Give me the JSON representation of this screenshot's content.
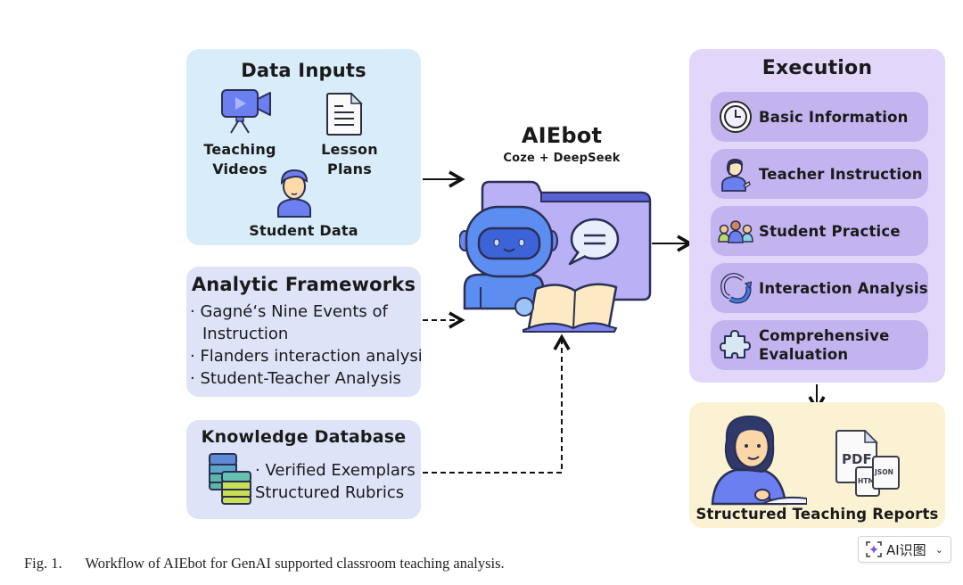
{
  "data_inputs": {
    "title": "Data Inputs",
    "items": [
      {
        "label_line1": "Teaching",
        "label_line2": "Videos",
        "icon": "video-camera-icon"
      },
      {
        "label_line1": "Lesson",
        "label_line2": "Plans",
        "icon": "document-icon"
      },
      {
        "label": "Student Data",
        "icon": "student-icon"
      }
    ]
  },
  "frameworks": {
    "title": "Analytic Frameworks",
    "items": [
      {
        "line1": "· Gagné‘s Nine Events of",
        "line2": "Instruction"
      },
      {
        "line1": "· Flanders interaction analysis"
      },
      {
        "line1": "· Student-Teacher Analysis"
      }
    ]
  },
  "knowledge": {
    "title": "Knowledge Database",
    "items": [
      "· Verified Exemplars",
      "Structured Rubrics"
    ],
    "icon": "database-icon"
  },
  "bot": {
    "title": "AIEbot",
    "subtitle": "Coze + DeepSeek",
    "icon": "robot-folder-icon"
  },
  "execution": {
    "title": "Execution",
    "items": [
      {
        "label": "Basic Information",
        "icon": "clock-icon"
      },
      {
        "label": "Teacher Instruction",
        "icon": "teacher-icon"
      },
      {
        "label": "Student Practice",
        "icon": "group-icon"
      },
      {
        "label": "Interaction Analysis",
        "icon": "cycle-icon"
      },
      {
        "label_line1": "Comprehensive",
        "label_line2": "Evaluation",
        "icon": "puzzle-icon"
      }
    ]
  },
  "reports": {
    "title": "Structured Teaching Reports",
    "file_labels": [
      "PDF",
      "HTML",
      "JSON"
    ]
  },
  "caption": {
    "figure": "Fig. 1.",
    "text": "Workflow of AIEbot for GenAI supported classroom teaching analysis."
  },
  "ai_button": {
    "label": "AI识图"
  },
  "colors": {
    "data_inputs_bg": "#d9ecfa",
    "frameworks_bg": "#dfe3f8",
    "execution_bg": "#e2d7fb",
    "execution_item_bg": "#c3b4f0",
    "reports_bg": "#fbf2d3",
    "icon_blue": "#6b7ff0"
  }
}
